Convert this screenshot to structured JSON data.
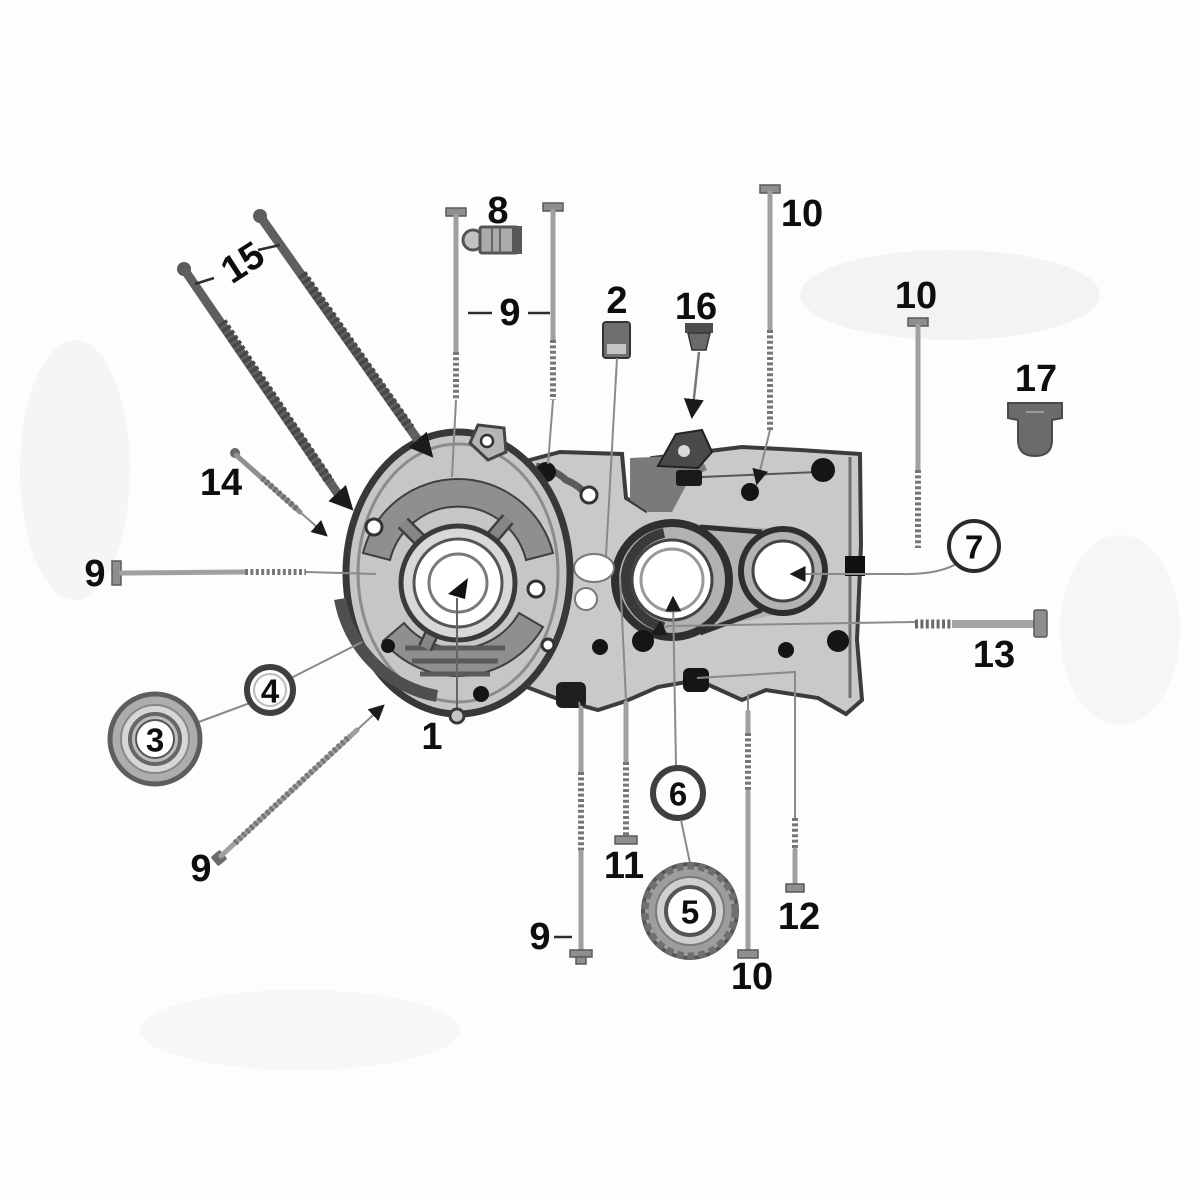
{
  "figure": {
    "kind": "exploded-parts-diagram",
    "subject": "engine crankcase half with studs, bearings, seals and plugs"
  },
  "labels": {
    "part1": "1",
    "part2": "2",
    "part3": "3",
    "part4": "4",
    "part5": "5",
    "part6": "6",
    "part7": "7",
    "part8": "8",
    "part9": "9",
    "part10": "10",
    "part11": "11",
    "part12": "12",
    "part13": "13",
    "part14": "14",
    "part15": "15",
    "part16": "16",
    "part17": "17"
  },
  "callouts": [
    {
      "number": "1",
      "style": "plain",
      "instances": 1
    },
    {
      "number": "2",
      "style": "plain",
      "instances": 1
    },
    {
      "number": "3",
      "style": "in-part",
      "instances": 1
    },
    {
      "number": "4",
      "style": "in-part",
      "instances": 1
    },
    {
      "number": "5",
      "style": "in-part",
      "instances": 1
    },
    {
      "number": "6",
      "style": "in-part",
      "instances": 1
    },
    {
      "number": "7",
      "style": "balloon",
      "instances": 1
    },
    {
      "number": "8",
      "style": "plain",
      "instances": 1
    },
    {
      "number": "9",
      "style": "plain",
      "instances": 4
    },
    {
      "number": "10",
      "style": "plain",
      "instances": 3
    },
    {
      "number": "11",
      "style": "plain",
      "instances": 1
    },
    {
      "number": "12",
      "style": "plain",
      "instances": 1
    },
    {
      "number": "13",
      "style": "plain",
      "instances": 1
    },
    {
      "number": "14",
      "style": "plain",
      "instances": 1
    },
    {
      "number": "15",
      "style": "plain-rotated",
      "instances": 1
    },
    {
      "number": "16",
      "style": "plain",
      "instances": 1
    },
    {
      "number": "17",
      "style": "plain",
      "instances": 1
    }
  ],
  "colors": {
    "background": "#fdfdfd",
    "ink": "#0e0e0e",
    "case_fill": "#c9c9c9",
    "case_shadow": "#8f8f8f",
    "outline": "#3c3c3c",
    "stud": "#a0a0a0",
    "dark_part": "#4d4d4d"
  }
}
